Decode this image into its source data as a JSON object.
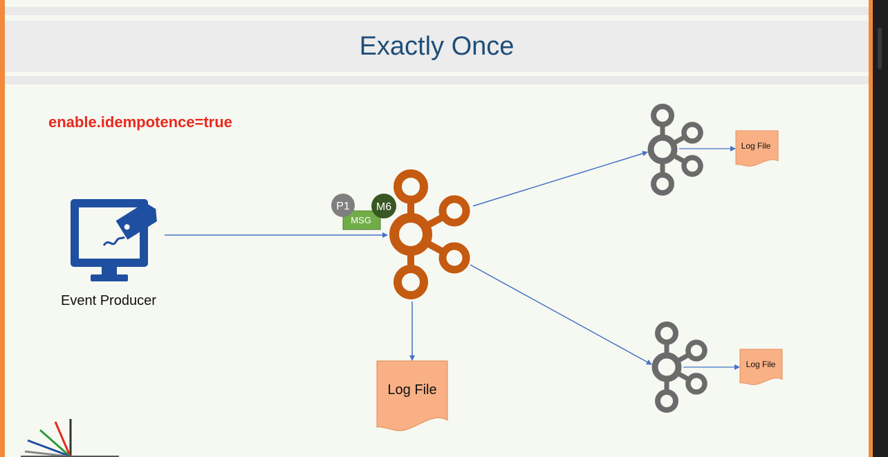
{
  "slide": {
    "title": "Exactly Once",
    "setting_label": "enable.idempotence=true"
  },
  "producer": {
    "label": "Event Producer",
    "icon": "monitor-tag-icon"
  },
  "message": {
    "partition_badge": "P1",
    "message_badge": "M6",
    "box_label": "MSG"
  },
  "logs": {
    "leader_log": "Log File",
    "follower1_log": "Log File",
    "follower2_log": "Log File"
  },
  "colors": {
    "title": "#1f4e79",
    "setting": "#e8291c",
    "leader_broker": "#c55a11",
    "follower_broker": "#6b6b6b",
    "producer_icon": "#1f4fa0",
    "msg_box": "#70ad47",
    "log_file": "#f8b084",
    "arrow": "#4472c4"
  }
}
